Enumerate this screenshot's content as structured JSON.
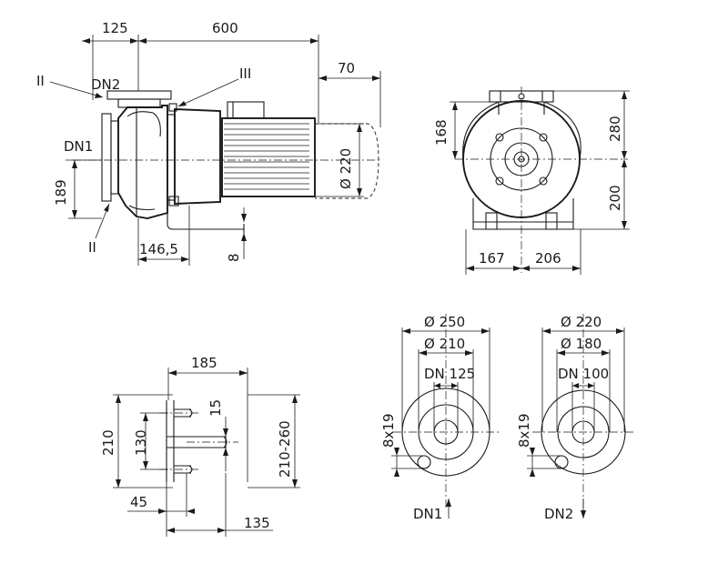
{
  "labels": {
    "top_125": "125",
    "top_600": "600",
    "top_70": "70",
    "roman_ii_top": "II",
    "dn2_side": "DN2",
    "roman_iii": "III",
    "dn1_side": "DN1",
    "dim_189": "189",
    "roman_ii_bottom": "II",
    "dim_146_5": "146,5",
    "dim_8": "8",
    "dim_d220_side": "Ø 220",
    "front_168": "168",
    "front_280": "280",
    "front_200": "200",
    "front_167": "167",
    "front_206": "206",
    "base_185": "185",
    "base_210": "210",
    "base_130": "130",
    "base_15": "15",
    "base_210_260": "210-260",
    "base_45": "45",
    "base_135": "135",
    "f1_d250": "Ø 250",
    "f1_d210": "Ø 210",
    "f1_dn125": "DN 125",
    "f1_holes": "8x19",
    "f1_name": "DN1",
    "f2_d220": "Ø 220",
    "f2_d180": "Ø 180",
    "f2_dn100": "DN 100",
    "f2_holes": "8x19",
    "f2_name": "DN2"
  }
}
